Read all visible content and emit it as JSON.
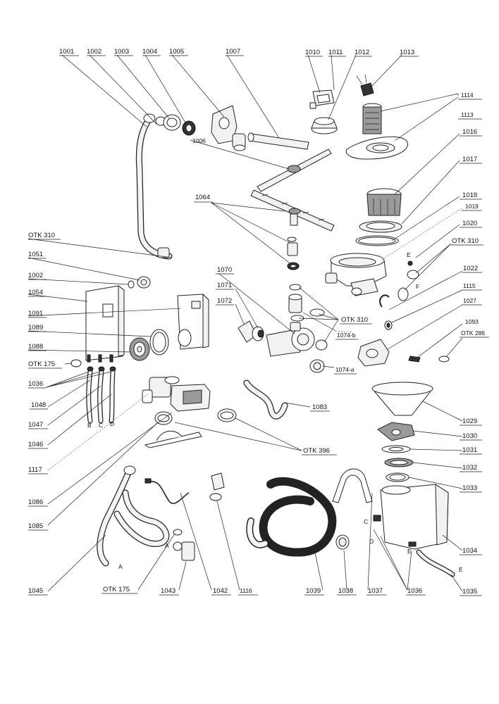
{
  "labels": {
    "l1001": "1001",
    "l1002a": "1002",
    "l1003": "1003",
    "l1004": "1004",
    "l1005": "1005",
    "l1007": "1007",
    "l1010": "1010",
    "l1011": "1011",
    "l1012": "1012",
    "l1013": "1013",
    "l1114": "1114",
    "l1113": "1113",
    "l1016": "1016",
    "l1017": "1017",
    "l1018": "1018",
    "l1019": "1019",
    "l1020": "1020",
    "l1006": "1006",
    "l1064": "1064",
    "otk310a": "OTK 310",
    "l1051": "1051",
    "l1002b": "1002",
    "l1054": "1054",
    "l1091": "1091",
    "l1089": "1089",
    "l1088": "1088",
    "otk175a": "OTK 175",
    "l1036a": "1036",
    "l1048": "1048",
    "l1047": "1047",
    "l1046": "1046",
    "l1070": "1070",
    "l1071": "1071",
    "l1072": "1072",
    "otk310b": "OTK 310",
    "otk310c": "OTK 310",
    "l1022": "1022",
    "l1115": "1115",
    "l1027": "1027",
    "l1093": "1093",
    "otk286": "OTK 286",
    "l1074b": "1074-b",
    "l1074a": "1074-a",
    "l1083": "1083",
    "l1029": "1029",
    "l1030": "1030",
    "l1031": "1031",
    "l1032": "1032",
    "l1033": "1033",
    "otk396": "OTK 396",
    "l1117": "1117",
    "l1086": "1086",
    "l1085": "1085",
    "l1034": "1034",
    "l1045": "1045",
    "otk175b": "OTK 175",
    "l1043": "1043",
    "l1042": "1042",
    "l1116": "1116",
    "l1039": "1039",
    "l1038": "1038",
    "l1037": "1037",
    "l1036b": "1036",
    "l1035": "1035"
  },
  "letters": {
    "B": "B",
    "C": "C",
    "D": "D",
    "E": "E",
    "F": "F",
    "A": "A",
    "A2": "A",
    "C2": "C",
    "D2": "D",
    "E2": "E",
    "E3": "E"
  }
}
